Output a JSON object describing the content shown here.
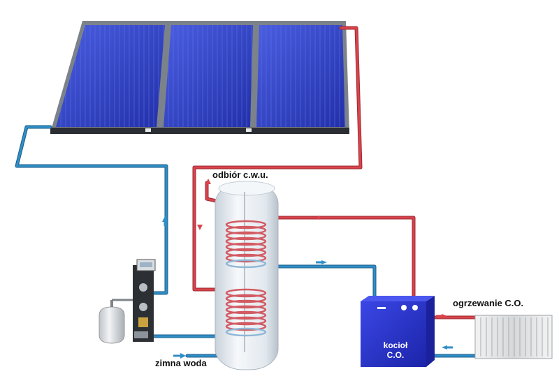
{
  "labels": {
    "hot_water_draw": "odbiór c.w.u.",
    "heating": "ogrzewanie C.O.",
    "cold_water": "zimna woda",
    "boiler_line1": "kocioł",
    "boiler_line2": "C.O."
  },
  "colors": {
    "hot_pipe": "#d9434c",
    "cold_pipe": "#2f8ec8",
    "panel": "#2f3fbf",
    "panel_frame": "#8e9399",
    "boiler": "#2a35cf",
    "tank": "#e9eef3"
  },
  "icons": [
    "solar-panel-icon",
    "pump-station-icon",
    "expansion-vessel-icon",
    "storage-tank-icon",
    "coil-icon",
    "boiler-icon",
    "radiator-icon",
    "flow-arrow-icon"
  ]
}
